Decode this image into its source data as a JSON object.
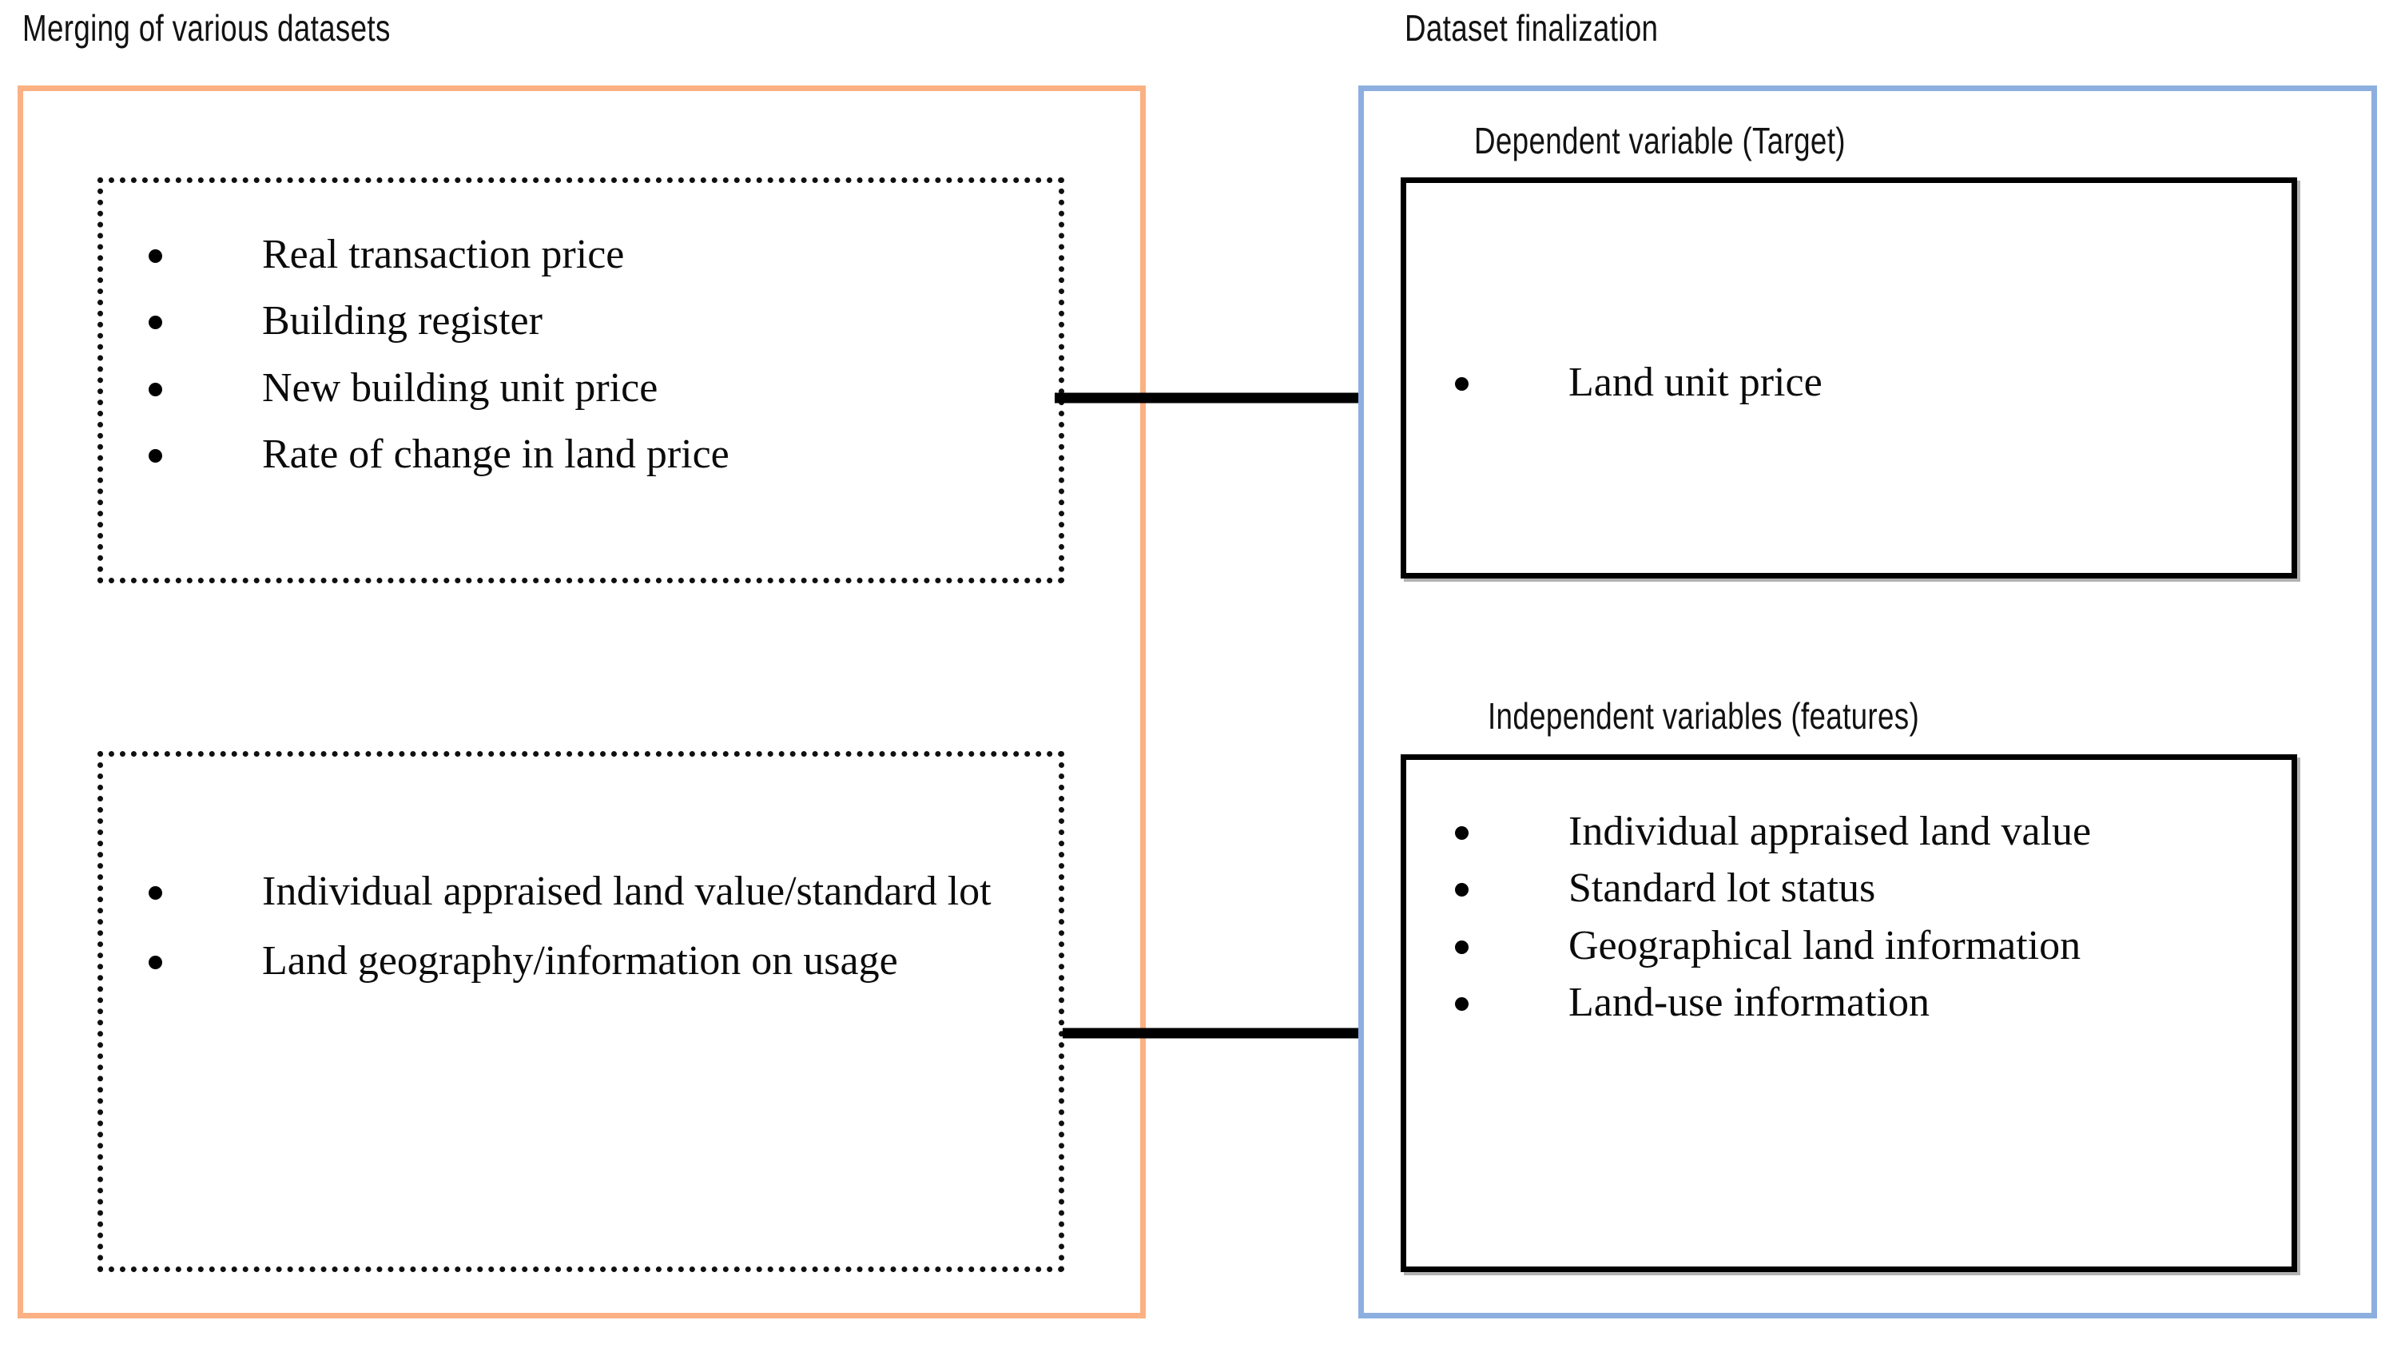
{
  "diagram": {
    "title_left": "Merging of various datasets",
    "title_right": "Dataset finalization",
    "colors": {
      "panel_left_border": "#FBB183",
      "panel_right_border": "#8CAFE0",
      "box_border": "#000000",
      "text": "#0b0b0b"
    }
  },
  "left_panel": {
    "caption": "Merging of various datasets",
    "source_primary": {
      "items": [
        "Real transaction price",
        "Building register",
        "New building unit price",
        "Rate of change in land price"
      ]
    },
    "source_secondary": {
      "items": [
        "Individual appraised land value/standard lot",
        "Land geography/information on usage"
      ]
    }
  },
  "right_panel": {
    "caption": "Dataset finalization",
    "target_dependent": {
      "caption": "Dependent variable (Target)",
      "items": [
        "Land unit price"
      ]
    },
    "target_independent": {
      "caption": "Independent variables (features)",
      "items": [
        "Individual appraised land value",
        "Standard lot status",
        "Geographical land information",
        "Land-use information"
      ]
    }
  },
  "connectors": [
    {
      "name": "primary-flow",
      "from": "source_primary",
      "to": "target_dependent"
    },
    {
      "name": "secondary-flow",
      "from": "source_secondary",
      "to": "target_independent"
    }
  ]
}
